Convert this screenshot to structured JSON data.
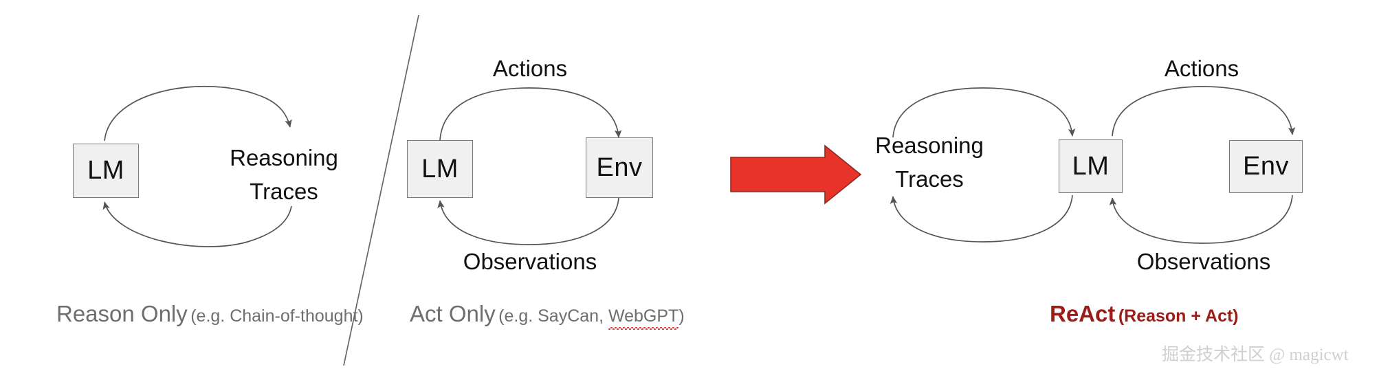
{
  "figure": {
    "title": "ReAct paradigm comparison diagram",
    "background_color": "#ffffff",
    "node_fill": "#f0f0f0",
    "node_stroke": "#7a7a7a",
    "arrow_color": "#555555",
    "accent_red": "#9c1c18",
    "big_arrow_color": "#e8332a",
    "caption_gray": "#6e6e6e"
  },
  "panels": {
    "reason_only": {
      "nodes": [
        {
          "id": "lm",
          "label": "LM"
        }
      ],
      "loop_label_line1": "Reasoning",
      "loop_label_line2": "Traces",
      "caption_main": "Reason Only",
      "caption_sub": "(e.g. Chain-of-thought)"
    },
    "act_only": {
      "nodes": [
        {
          "id": "lm",
          "label": "LM"
        },
        {
          "id": "env",
          "label": "Env"
        }
      ],
      "top_label": "Actions",
      "bottom_label": "Observations",
      "caption_main": "Act Only",
      "caption_sub_prefix": "(e.g. SayCan, ",
      "caption_sub_flagged": "WebGPT",
      "caption_sub_suffix": ")"
    },
    "react": {
      "nodes": [
        {
          "id": "lm",
          "label": "LM"
        },
        {
          "id": "env",
          "label": "Env"
        }
      ],
      "reasoning_label_line1": "Reasoning",
      "reasoning_label_line2": "Traces",
      "top_label": "Actions",
      "bottom_label": "Observations",
      "caption_main": "ReAct",
      "caption_sub": "(Reason + Act)"
    }
  },
  "transition": {
    "arrow_name": "red-right-arrow"
  },
  "watermark": {
    "text": "掘金技术社区 @ magicwt"
  }
}
